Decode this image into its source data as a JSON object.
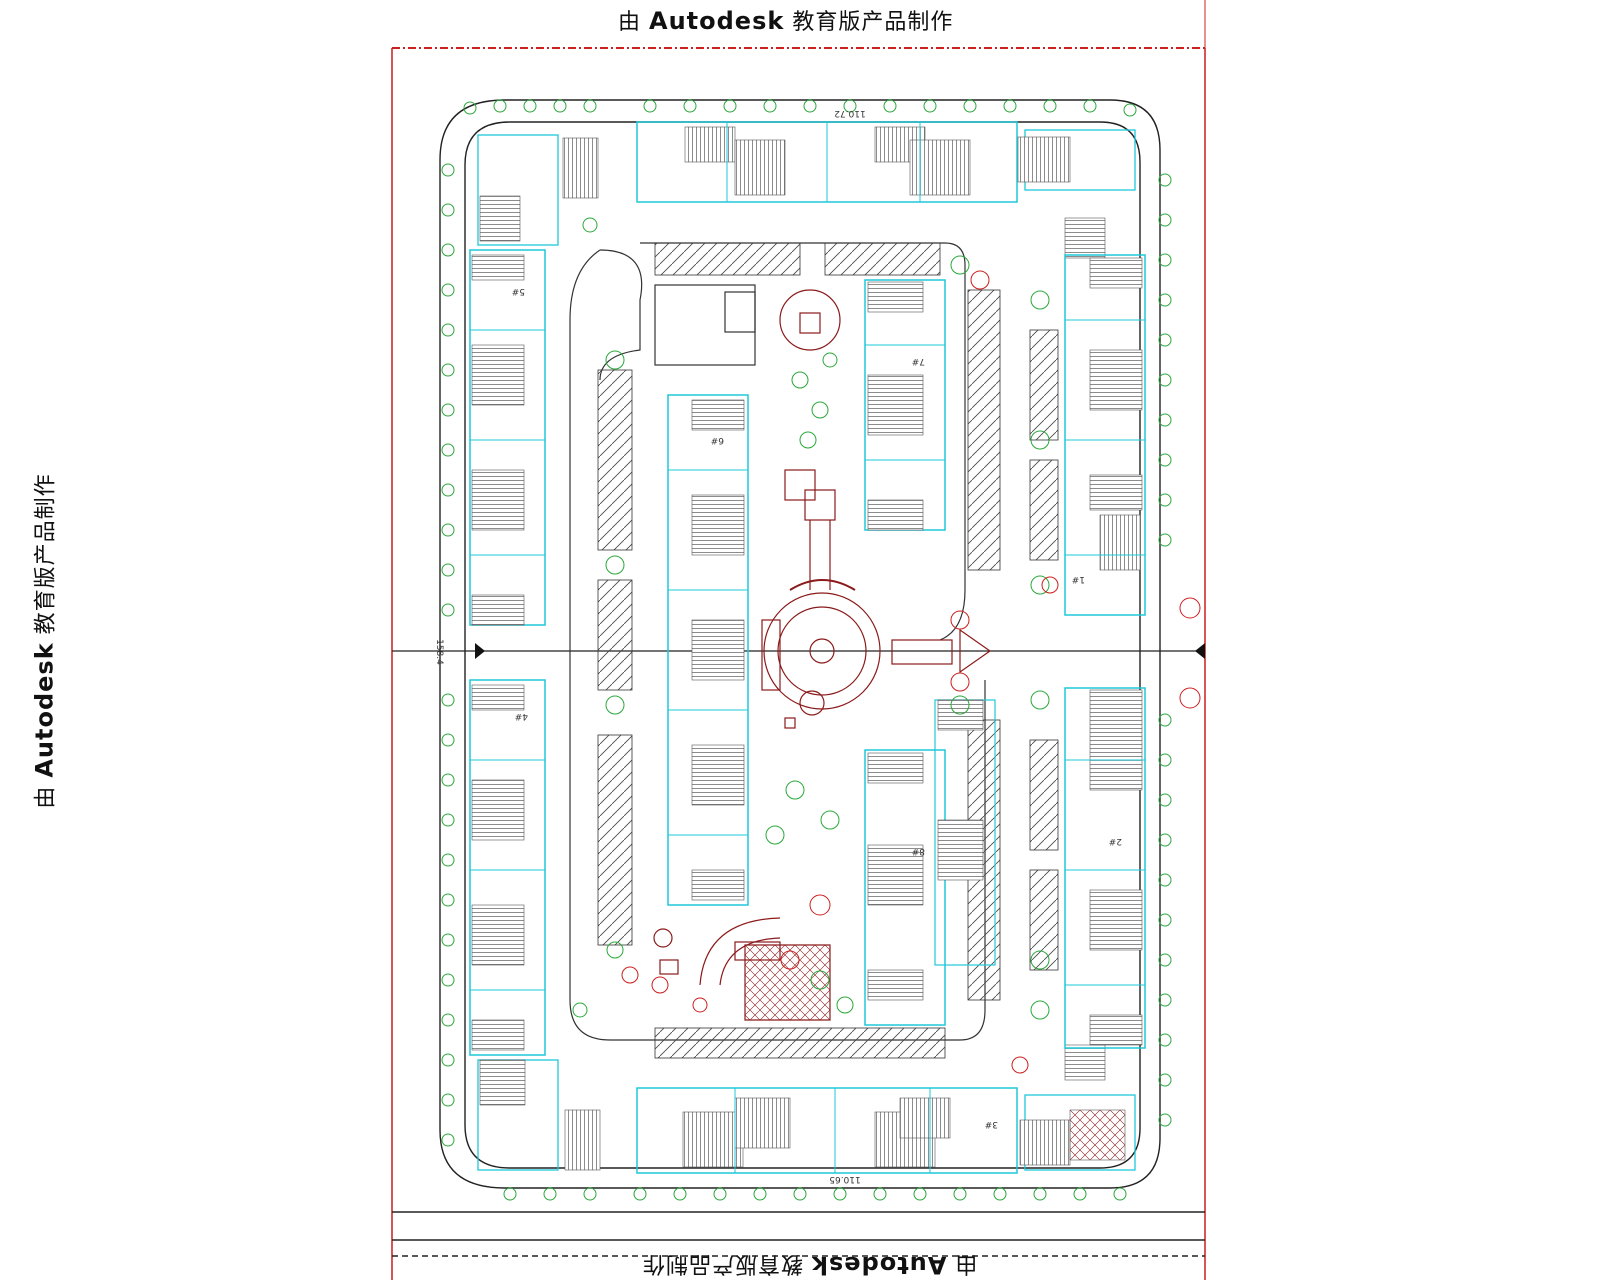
{
  "watermark": {
    "prefix": "由 ",
    "brand": "Autodesk",
    "suffix": " 教育版产品制作"
  },
  "dimensions": {
    "north": "110.72",
    "south": "110.65",
    "west": "158.4"
  },
  "building_labels": {
    "b1": "1#",
    "b2": "2#",
    "b3": "3#",
    "b4": "4#",
    "b5": "5#",
    "b6": "6#",
    "b7": "7#",
    "b8": "8#"
  },
  "colors": {
    "boundary": "#cc1f1f",
    "building_outline": "#1ec8d8",
    "roof_hatch": "#707070",
    "landscape": "#2aa83a",
    "feature": "#8b1a1a",
    "road": "#222222"
  }
}
